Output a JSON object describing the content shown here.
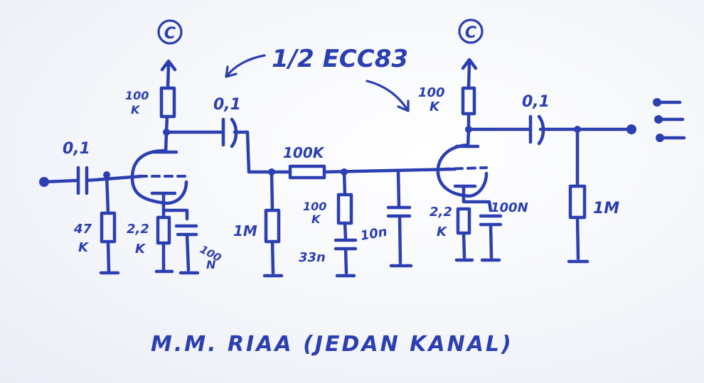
{
  "labels": {
    "tube_note": "1/2 ECC83",
    "supply_left": "C",
    "supply_right": "C",
    "c_input": "0,1",
    "c_coupling": "0,1",
    "c_output": "0,1",
    "r_plate1_a": "100",
    "r_plate1_b": "K",
    "r_grid1_a": "47",
    "r_grid1_b": "K",
    "r_cath1_a": "2,2",
    "r_cath1_b": "K",
    "c_cath1_a": "100",
    "c_cath1_b": "N",
    "r_1m_mid": "1M",
    "r_series": "100K",
    "r_shunt_a": "100",
    "r_shunt_b": "K",
    "c_33n": "33n",
    "c_10n": "10n",
    "r_plate2_a": "100",
    "r_plate2_b": "K",
    "r_cath2_a": "2,2",
    "r_cath2_b": "K",
    "c_cath2": "100N",
    "r_1m_out": "1M",
    "title": "M.M. RIAA (JEDAN KANAL)"
  },
  "colors": {
    "ink": "#2b3fb0",
    "paper": "#f4f6fb"
  }
}
